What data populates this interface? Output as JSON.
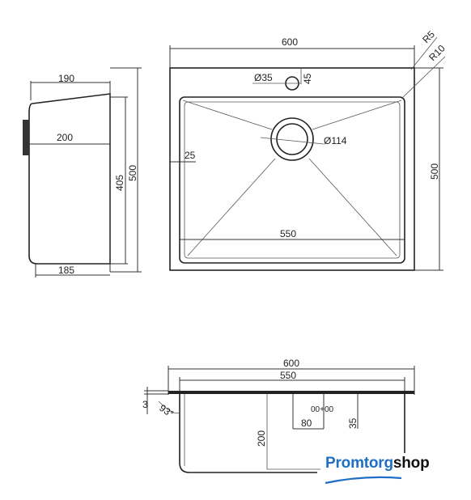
{
  "drawing": {
    "side_view": {
      "top_width": "190",
      "middle_width": "200",
      "bottom_width": "185",
      "inner_height": "405",
      "outer_height": "500"
    },
    "top_view": {
      "width": "600",
      "height": "500",
      "radius_outer": "R5",
      "radius_inner": "R10",
      "tap_hole": "Ø35",
      "tap_offset": "45",
      "drain": "Ø114",
      "rim": "25",
      "inner_width": "550"
    },
    "section_view": {
      "outer_width": "600",
      "inner_width": "550",
      "rim_thickness": "3",
      "angle": "93°",
      "depth": "200",
      "drain_label": "00+00",
      "drain_width": "80",
      "drain_height": "35"
    }
  },
  "brand": {
    "name_part1": "Promtorg",
    "name_part2": "shop",
    "accent": "#1f6fc4"
  }
}
